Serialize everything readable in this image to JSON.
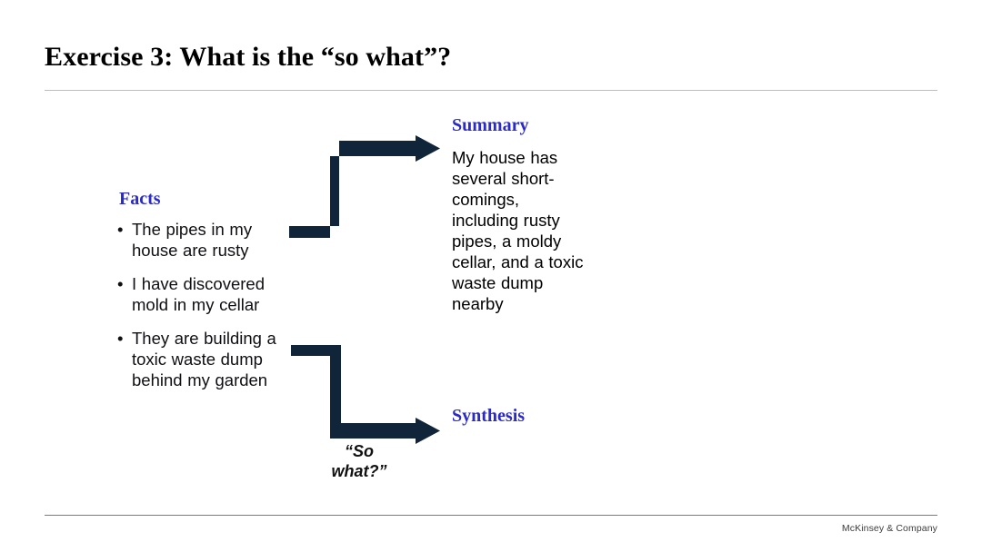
{
  "slide": {
    "title": "Exercise 3: What is the “so what”?",
    "footer_brand": "McKinsey & Company"
  },
  "colors": {
    "heading_blue": "#2A2ACC",
    "arrow_navy": "#10243A",
    "body_text": "#0f0f14",
    "rule_top": "#bdbdbd",
    "rule_bottom": "#7a7a7a",
    "background": "#ffffff"
  },
  "facts": {
    "heading": "Facts",
    "items": [
      "The pipes in my house are rusty",
      "I have discovered mold in my cellar",
      "They are building a toxic waste dump behind my garden"
    ],
    "bullet_glyph": "•"
  },
  "summary": {
    "heading": "Summary",
    "body": "My house has several short-comings, including rusty pipes, a moldy cellar, and a toxic waste dump nearby"
  },
  "synthesis": {
    "heading": "Synthesis",
    "annotation": "“So\nwhat?”"
  },
  "arrows": [
    {
      "name": "facts-to-summary-arrow",
      "direction": "up-right",
      "from": "facts-block",
      "to": "summary-heading"
    },
    {
      "name": "facts-to-synthesis-arrow",
      "direction": "down-right",
      "from": "facts-block",
      "to": "synthesis-heading"
    }
  ]
}
